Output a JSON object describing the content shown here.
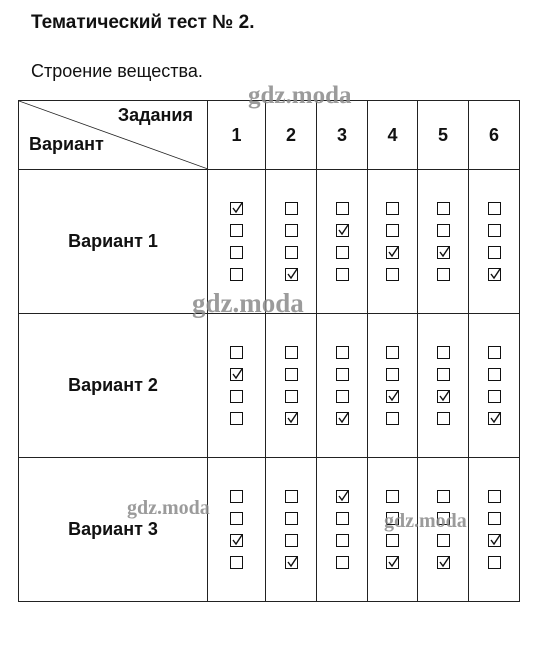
{
  "title": "Тематический тест № 2.",
  "subtitle": "Строение вещества.",
  "table": {
    "corner_top": "Задания",
    "corner_bottom": "Вариант",
    "questions": [
      "1",
      "2",
      "3",
      "4",
      "5",
      "6"
    ],
    "variants": [
      {
        "label": "Вариант  1",
        "answers": [
          1,
          4,
          2,
          3,
          3,
          4
        ]
      },
      {
        "label": "Вариант  2",
        "answers": [
          2,
          4,
          4,
          3,
          3,
          4
        ]
      },
      {
        "label": "Вариант  3",
        "answers": [
          3,
          4,
          1,
          4,
          4,
          3
        ]
      }
    ],
    "options_per_question": 4
  },
  "watermarks": [
    "gdz.moda",
    "gdz.moda",
    "gdz.moda",
    "gdz.moda"
  ]
}
